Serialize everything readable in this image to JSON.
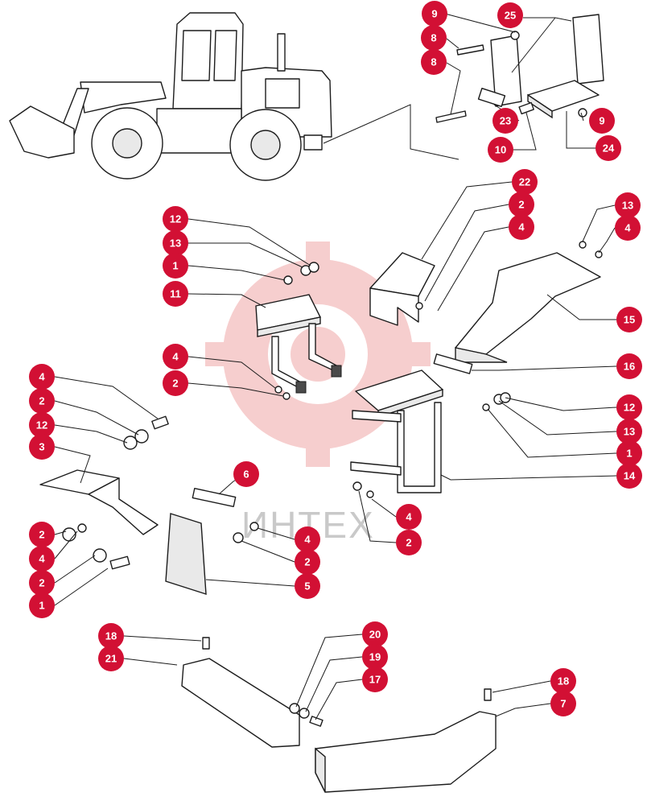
{
  "watermark": {
    "text": "ИНТЕХ",
    "color": "#f6c9c9"
  },
  "callout_color": "#d21034",
  "callouts": [
    {
      "id": "c-9a",
      "number": "9"
    },
    {
      "id": "c-25",
      "number": "25"
    },
    {
      "id": "c-8a",
      "number": "8"
    },
    {
      "id": "c-8b",
      "number": "8"
    },
    {
      "id": "c-23",
      "number": "23"
    },
    {
      "id": "c-9b",
      "number": "9"
    },
    {
      "id": "c-10",
      "number": "10"
    },
    {
      "id": "c-24",
      "number": "24"
    },
    {
      "id": "c-22",
      "number": "22"
    },
    {
      "id": "c-2a",
      "number": "2"
    },
    {
      "id": "c-4a",
      "number": "4"
    },
    {
      "id": "c-13a",
      "number": "13"
    },
    {
      "id": "c-4b",
      "number": "4"
    },
    {
      "id": "c-12a",
      "number": "12"
    },
    {
      "id": "c-13b",
      "number": "13"
    },
    {
      "id": "c-1a",
      "number": "1"
    },
    {
      "id": "c-11",
      "number": "11"
    },
    {
      "id": "c-15",
      "number": "15"
    },
    {
      "id": "c-4c",
      "number": "4"
    },
    {
      "id": "c-2b",
      "number": "2"
    },
    {
      "id": "c-16",
      "number": "16"
    },
    {
      "id": "c-4d",
      "number": "4"
    },
    {
      "id": "c-2c",
      "number": "2"
    },
    {
      "id": "c-12b",
      "number": "12"
    },
    {
      "id": "c-12c",
      "number": "12"
    },
    {
      "id": "c-13c",
      "number": "13"
    },
    {
      "id": "c-3",
      "number": "3"
    },
    {
      "id": "c-1b",
      "number": "1"
    },
    {
      "id": "c-14",
      "number": "14"
    },
    {
      "id": "c-6",
      "number": "6"
    },
    {
      "id": "c-4e",
      "number": "4"
    },
    {
      "id": "c-2d",
      "number": "2"
    },
    {
      "id": "c-2e",
      "number": "2"
    },
    {
      "id": "c-4f",
      "number": "4"
    },
    {
      "id": "c-4g",
      "number": "4"
    },
    {
      "id": "c-2f",
      "number": "2"
    },
    {
      "id": "c-2g",
      "number": "2"
    },
    {
      "id": "c-5",
      "number": "5"
    },
    {
      "id": "c-1c",
      "number": "1"
    },
    {
      "id": "c-18a",
      "number": "18"
    },
    {
      "id": "c-21",
      "number": "21"
    },
    {
      "id": "c-20",
      "number": "20"
    },
    {
      "id": "c-19",
      "number": "19"
    },
    {
      "id": "c-17",
      "number": "17"
    },
    {
      "id": "c-18b",
      "number": "18"
    },
    {
      "id": "c-7",
      "number": "7"
    }
  ]
}
